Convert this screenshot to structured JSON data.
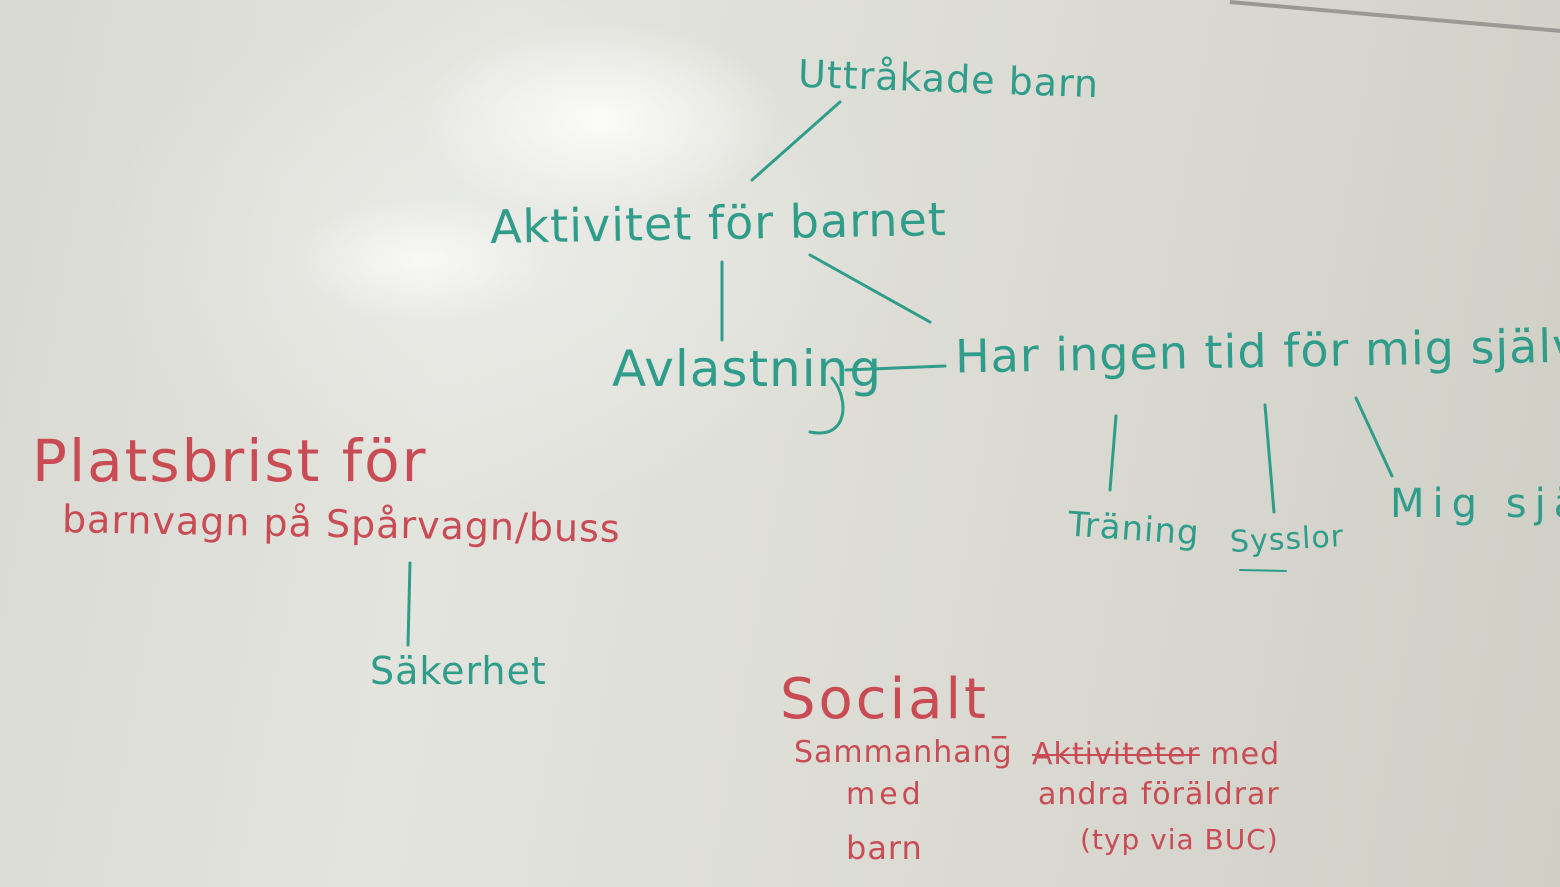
{
  "colors": {
    "teal_marker": "#2f9d8a",
    "red_marker": "#c94c55",
    "board": "#e0e0da"
  },
  "teal_notes": {
    "uttrakade": "Uttråkade barn",
    "aktivitet": "Aktivitet för barnet",
    "avlastning": "Avlastning",
    "har_ingen_tid": "Har ingen tid för mig själv",
    "traning": "Träning",
    "sysslor": "Sysslor",
    "mig_sjalv": "Mig själv",
    "sakerhet": "Säkerhet"
  },
  "red_notes": {
    "platsbrist_line1": "Platsbrist för",
    "platsbrist_line2": "barnvagn på Spårvagn/buss",
    "socialt": "Socialt",
    "sammanhang_line1": "Sammanhang",
    "sammanhang_line2": "med",
    "sammanhang_line3": "barn",
    "dash": "–",
    "aktiviteter_crossed": "Aktiviteter",
    "aktiviteter_rest": " med",
    "andra_foraldrar": "andra föräldrar",
    "typ_via_buc": "(typ via BUC)"
  }
}
